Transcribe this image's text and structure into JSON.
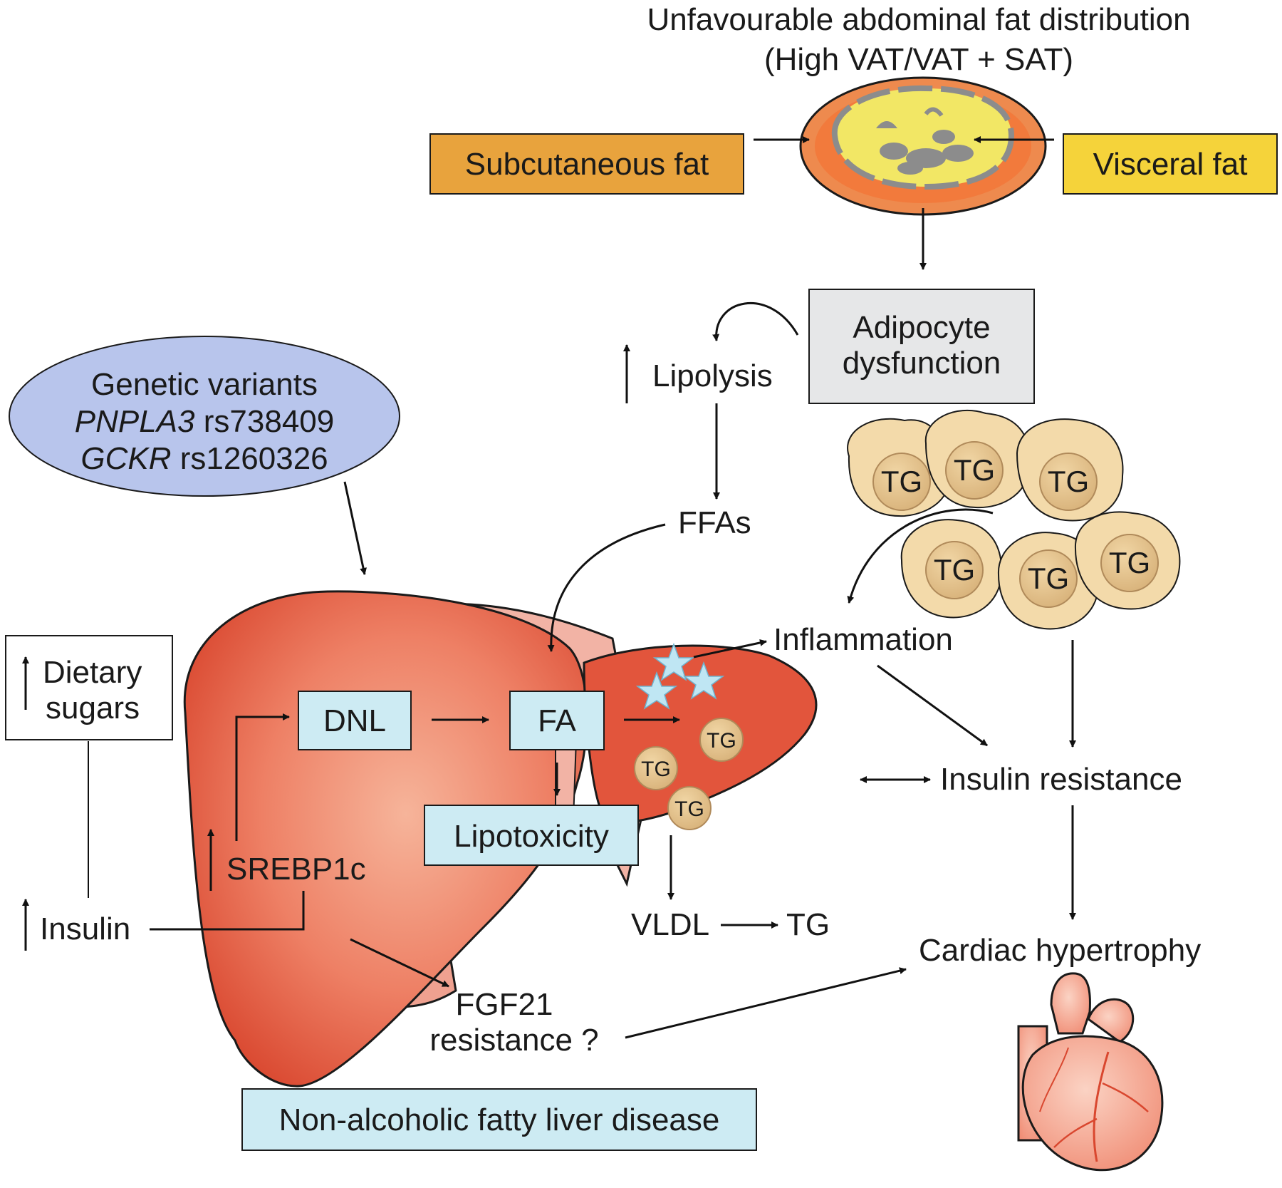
{
  "title": {
    "line1": "Unfavourable abdominal fat distribution",
    "line2": "(High VAT/VAT + SAT)"
  },
  "boxes": {
    "subcutaneous": "Subcutaneous fat",
    "visceral": "Visceral fat",
    "adipocyte_line1": "Adipocyte",
    "adipocyte_line2": "dysfunction",
    "dnl": "DNL",
    "fa": "FA",
    "lipotoxicity": "Lipotoxicity",
    "nafld": "Non-alcoholic fatty liver disease",
    "dietary_line1": "Dietary",
    "dietary_line2": "sugars"
  },
  "genetic": {
    "line1": "Genetic variants",
    "line2_gene": "PNPLA3",
    "line2_variant": " rs738409",
    "line3_gene": "GCKR",
    "line3_variant": " rs1260326"
  },
  "labels": {
    "lipolysis": "Lipolysis",
    "ffas": "FFAs",
    "inflammation": "Inflammation",
    "insulin_resistance": "Insulin resistance",
    "cardiac_hypertrophy": "Cardiac hypertrophy",
    "vldl": "VLDL",
    "vldl_tg": "TG",
    "srebp1c": "SREBP1c",
    "insulin": "Insulin",
    "fgf21_line1": "FGF21",
    "fgf21_line2": "resistance ?"
  },
  "adipocyte_tg": [
    "TG",
    "TG",
    "TG",
    "TG",
    "TG",
    "TG"
  ],
  "liver_tg": [
    "TG",
    "TG",
    "TG"
  ],
  "colors": {
    "subcutaneous_fill": "#E8A33D",
    "visceral_fill": "#F5D33A",
    "genetic_fill": "#B8C5EC",
    "box_blue": "#CDEBF3",
    "adipocyte_box": "#E6E7E8",
    "liver": "#E2553C",
    "cell_fill": "#F3DAAA",
    "star": "#BFE6F3"
  }
}
